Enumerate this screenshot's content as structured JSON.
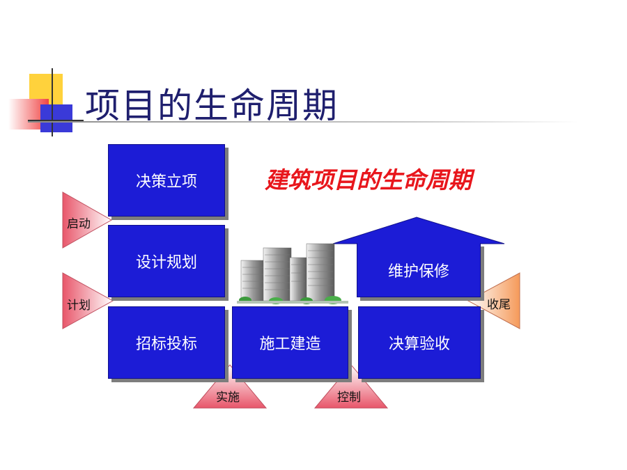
{
  "title": "项目的生命周期",
  "subtitle": "建筑项目的生命周期",
  "phases": {
    "decision": "决策立项",
    "design": "设计规划",
    "tender": "招标投标",
    "construction": "施工建造",
    "maintenance": "维护保修",
    "settlement": "决算验收"
  },
  "processes": {
    "initiating": "启动",
    "planning": "计划",
    "executing": "实施",
    "controlling": "控制",
    "closing": "收尾"
  },
  "colors": {
    "phase_box": "#1c1cd6",
    "process_triangle": "#f08080",
    "closing_triangle": "#f5a06a",
    "subtitle": "#e8161c",
    "title": "#1f1f6e"
  }
}
